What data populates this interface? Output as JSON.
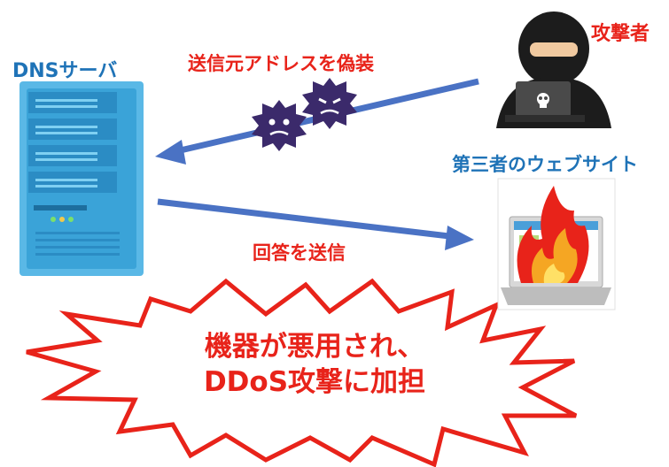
{
  "labels": {
    "dns_server": "DNSサーバ",
    "attacker": "攻撃者",
    "spoof": "送信元アドレスを偽装",
    "third_party": "第三者のウェブサイト",
    "reply": "回答を送信"
  },
  "burst": {
    "line1": "機器が悪用され、",
    "line2": "DDoS攻撃に加担"
  },
  "colors": {
    "label_blue": "#1f73b7",
    "label_red": "#e8231a",
    "arrow": "#4a72c4",
    "server_body": "#3aa3d8",
    "virus": "#3b2a6b",
    "burst_outline": "#e8231a"
  }
}
